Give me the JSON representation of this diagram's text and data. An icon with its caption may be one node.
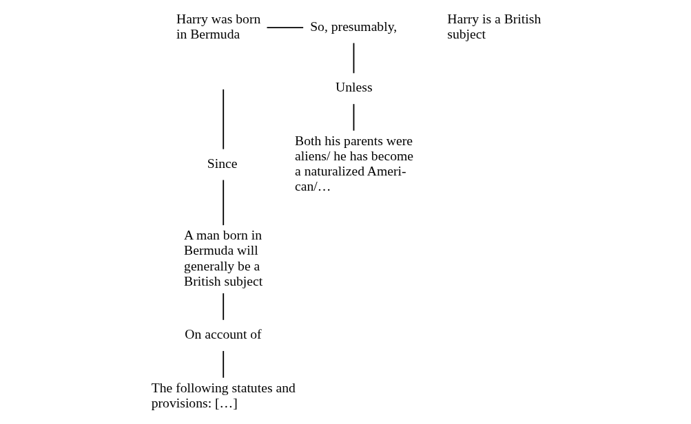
{
  "diagram": {
    "nodes": [
      {
        "text": [
          "Harry was born in Bermuda"
        ]
      },
      {
        "text": [
          "So, presumably,"
        ]
      },
      {
        "text": [
          "Harry is a British subject"
        ]
      },
      {
        "text": [
          "Since"
        ]
      },
      {
        "text": [
          "A man born in Bermuda will generally be a British subject"
        ]
      },
      {
        "text": [
          "On account of"
        ]
      },
      {
        "text": [
          "The following statutes and provisions: […]"
        ]
      },
      {
        "text": [
          "Unless"
        ]
      },
      {
        "text": [
          "Both his parents were aliens/ he has become a naturalized Ameri- can/…"
        ]
      }
    ],
    "edges": [
      {
        "from": 0,
        "to": 1,
        "arrow": "none"
      },
      {
        "from": null,
        "to": 3,
        "arrow": "none"
      },
      {
        "from": 3,
        "to": 4,
        "arrow": "none"
      },
      {
        "from": 4,
        "to": 5,
        "arrow": "none"
      },
      {
        "from": 5,
        "to": 6,
        "arrow": "none"
      },
      {
        "from": 1,
        "to": 7,
        "arrow": "none"
      },
      {
        "from": 7,
        "to": 8,
        "arrow": "none"
      }
    ]
  }
}
